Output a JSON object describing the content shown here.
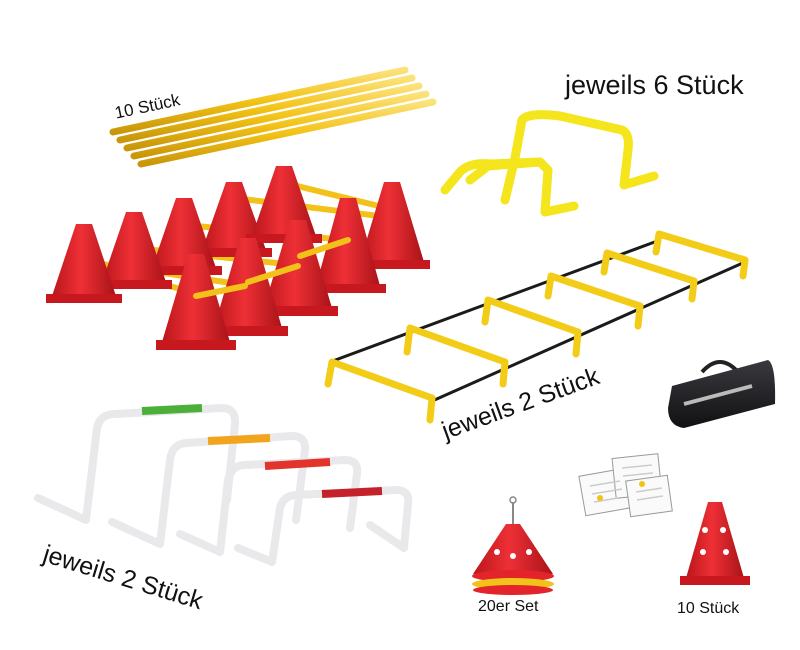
{
  "labels": {
    "poles": "10 Stück",
    "yellow_hurdles": "jeweils 6 Stück",
    "ladder": "jeweils 2 Stück",
    "white_hurdles": "jeweils 2 Stück",
    "discs": "20er Set",
    "single_cone": "10 Stück"
  },
  "colors": {
    "cone_red": "#e3242b",
    "pole_yellow": "#f3c316",
    "hurdle_yellow": "#f4e51c",
    "ladder_rung": "#f3cc18",
    "hurdle_white": "#e9e9ec",
    "bag_black": "#1c1c1f"
  }
}
